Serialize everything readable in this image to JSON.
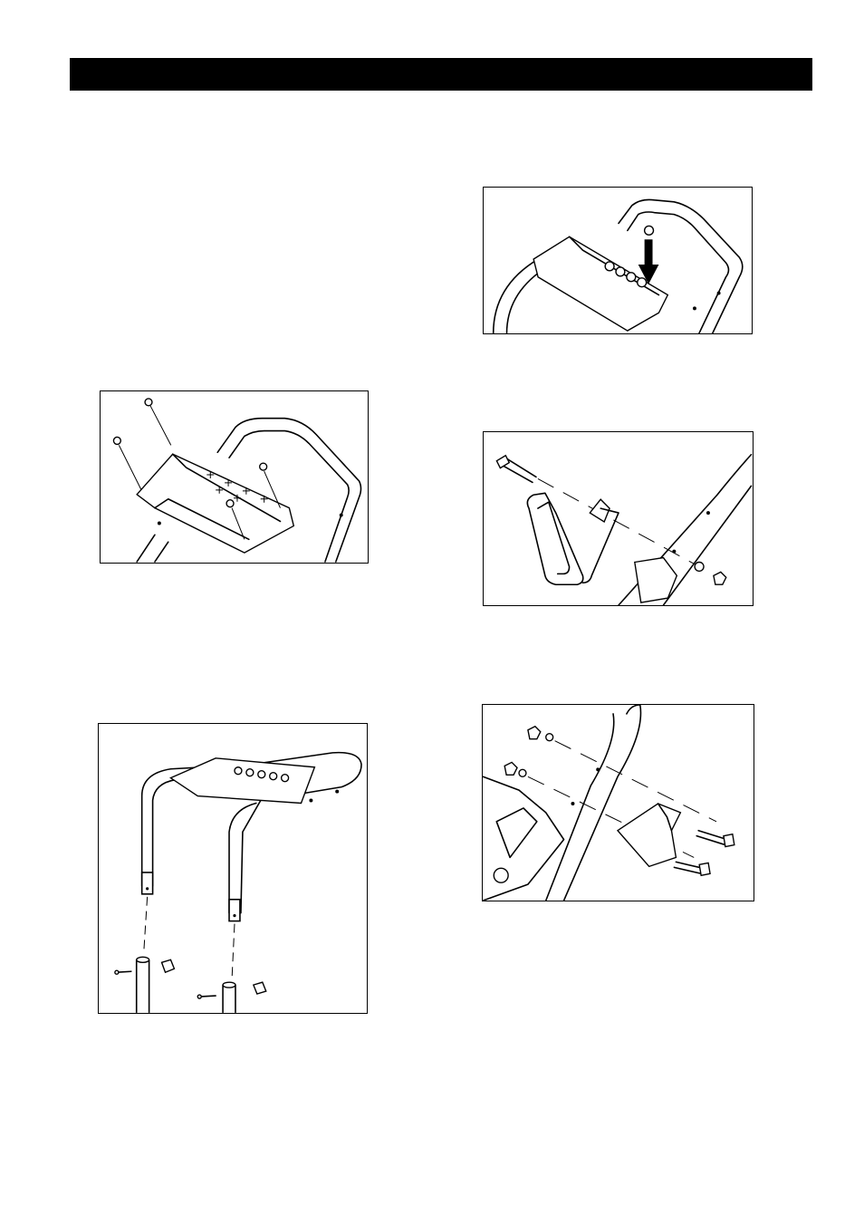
{
  "page": {
    "header_title": "",
    "figures": [
      {
        "id": "fig-a",
        "icon": "console-screws-diagram"
      },
      {
        "id": "fig-b",
        "icon": "console-cap-arrow-diagram"
      },
      {
        "id": "fig-c",
        "icon": "handle-bolt-nut-diagram"
      },
      {
        "id": "fig-d",
        "icon": "bracket-bolts-diagram"
      },
      {
        "id": "fig-e",
        "icon": "handlebar-tubes-knobs-diagram"
      }
    ]
  }
}
